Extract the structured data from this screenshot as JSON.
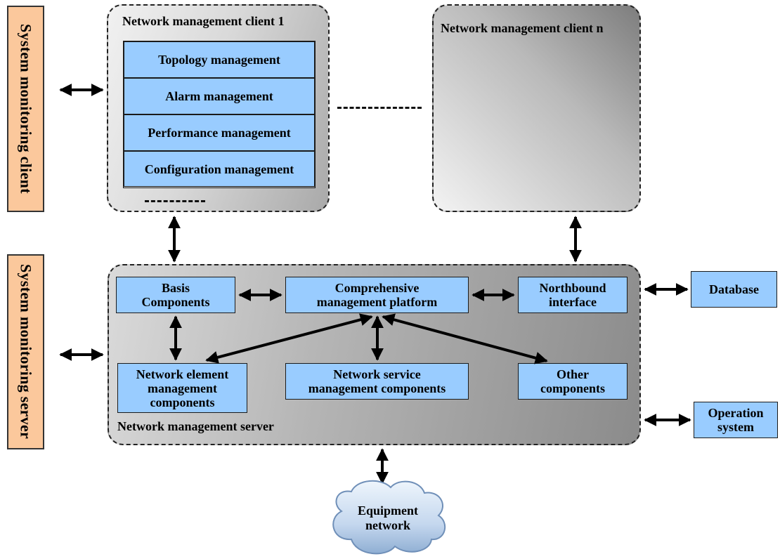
{
  "side_labels": {
    "client": "System monitoring client",
    "server": "System monitoring server"
  },
  "client1": {
    "title": "Network management client 1",
    "modules": [
      "Topology management",
      "Alarm management",
      "Performance management",
      "Configuration management"
    ]
  },
  "clientn": {
    "title": "Network management client n"
  },
  "server": {
    "title": "Network management server",
    "components": {
      "basis": "Basis\nComponents",
      "platform": "Comprehensive\nmanagement platform",
      "northbound": "Northbound\ninterface",
      "ne": "Network element\nmanagement\ncomponents",
      "ns": "Network service\nmanagement components",
      "other": "Other\ncomponents"
    }
  },
  "external": {
    "database": "Database",
    "operation": "Operation\nsystem",
    "equipment": "Equipment\nnetwork"
  },
  "colors": {
    "side_box": "#fbc89c",
    "component_box": "#99ccff",
    "cloud_light": "#e8f1fb",
    "cloud_dark": "#9bb7d8"
  }
}
